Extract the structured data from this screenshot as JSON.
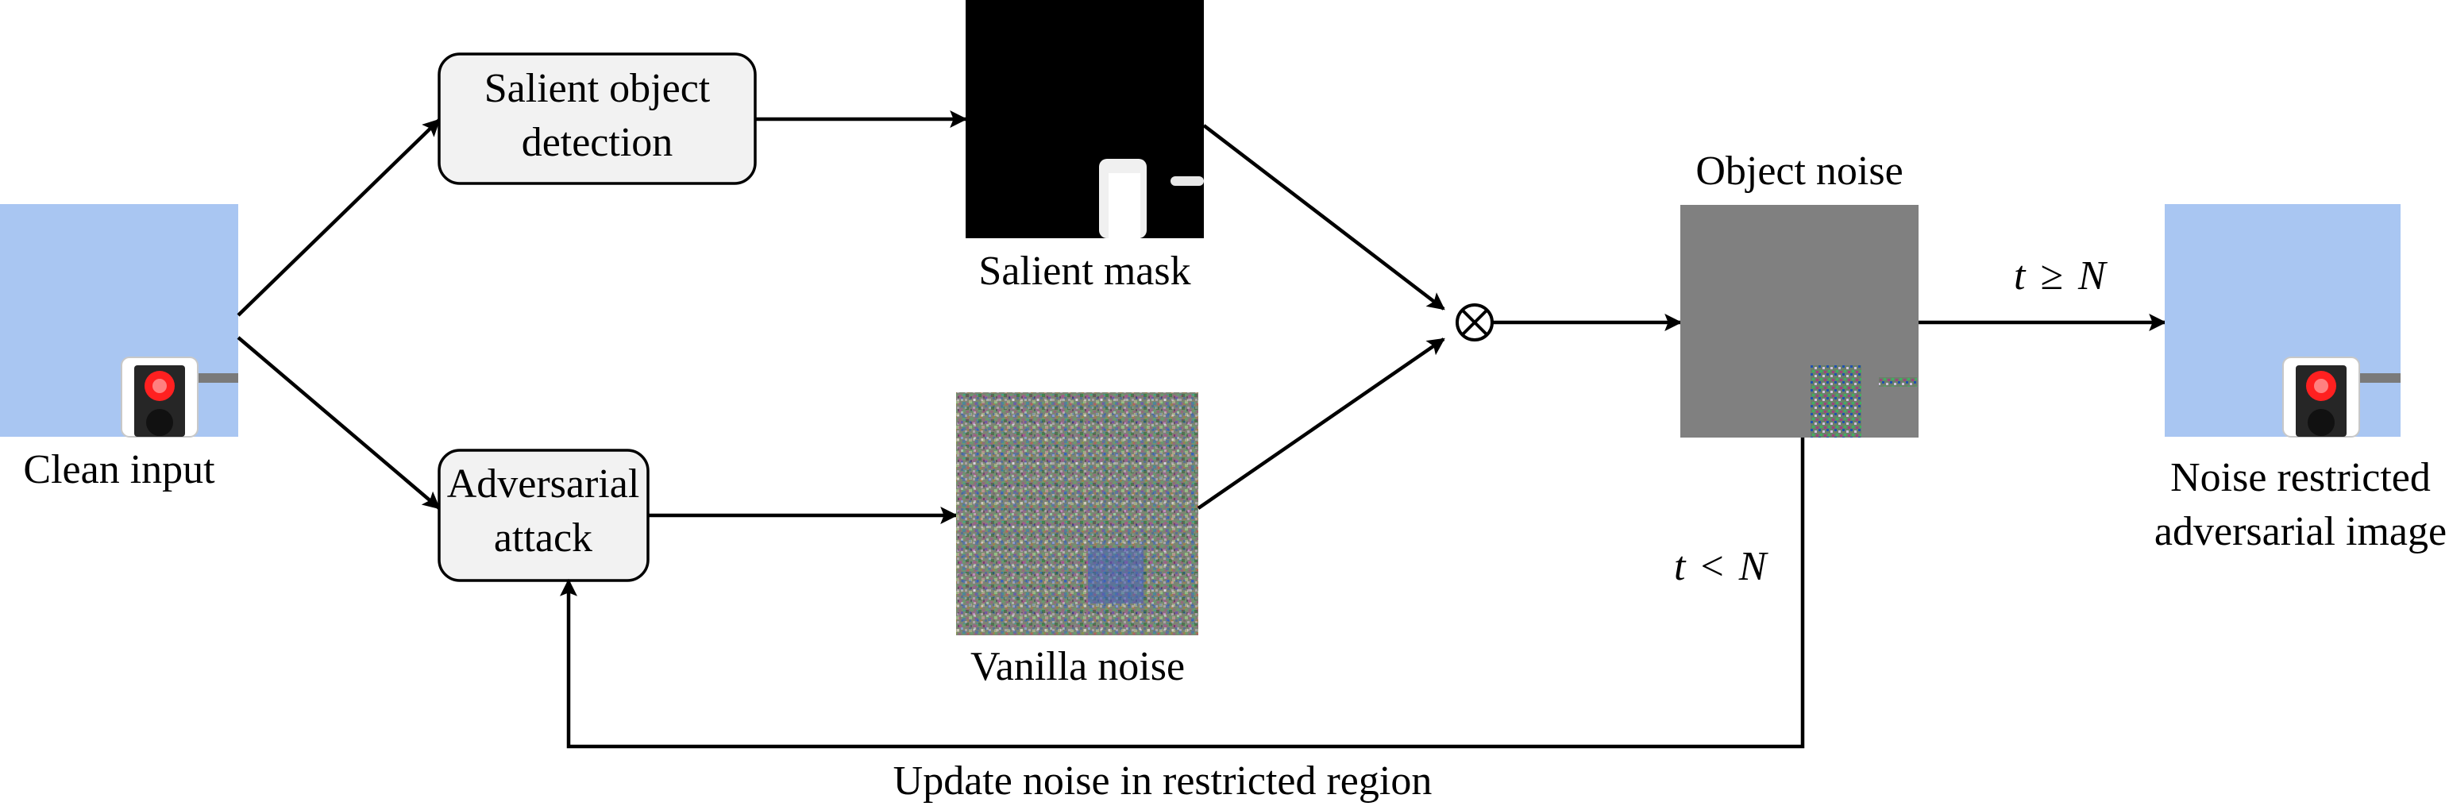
{
  "nodes": {
    "clean_input": "Clean input",
    "salient_detection": [
      "Salient object",
      "detection"
    ],
    "adversarial_attack": [
      "Adversarial",
      "attack"
    ],
    "salient_mask": "Salient mask",
    "vanilla_noise": "Vanilla noise",
    "object_noise": "Object noise",
    "output": [
      "Noise restricted",
      "adversarial image"
    ],
    "update_loop": "Update noise in restricted region"
  },
  "conditions": {
    "stop": {
      "var": "t",
      "op": "≥",
      "bound": "N"
    },
    "continue": {
      "var": "t",
      "op": "<",
      "bound": "N"
    }
  },
  "operator": "⊗",
  "colors": {
    "sky": "#a9c6f2",
    "node_fill": "#f2f2f2",
    "stroke": "#000000",
    "object_noise_gray": "#808080",
    "mask_black": "#000000",
    "light_red": "#ff2020"
  },
  "icons": [
    "traffic-light-icon",
    "multiply-operator-icon"
  ]
}
